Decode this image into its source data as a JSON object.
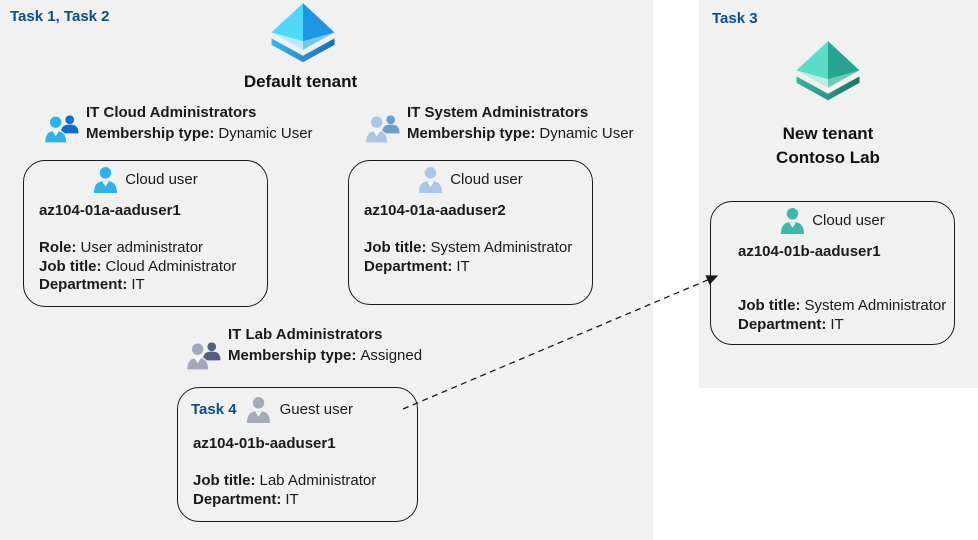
{
  "colors": {
    "task_label_text": "#0d4e86",
    "panel_background": "#f1f1f2",
    "body_text": "#1a1a1a",
    "azure_pyramid_light": "#4fd9f8",
    "azure_pyramid_blue": "#1f95e3",
    "teal_pyramid_light": "#59dcc9",
    "teal_pyramid_dark": "#27a593",
    "person_blue": "#2eb3e8",
    "person_pale_blue": "#a9c7e8",
    "person_gray": "#a6abb8",
    "person_teal": "#3db9ac"
  },
  "left_panel": {
    "task_label": "Task 1, Task 2",
    "tenant_name": "Default tenant",
    "groups": [
      {
        "name": "IT Cloud Administrators",
        "membership_label": "Membership type:",
        "membership_value": "Dynamic User"
      },
      {
        "name": "IT System Administrators",
        "membership_label": "Membership type:",
        "membership_value": "Dynamic User"
      },
      {
        "name": "IT Lab Administrators",
        "membership_label": "Membership type:",
        "membership_value": "Assigned"
      }
    ],
    "users": [
      {
        "type_label": "Cloud user",
        "name": "az104-01a-aaduser1",
        "fields": [
          {
            "label": "Role:",
            "value": "User administrator"
          },
          {
            "label": "Job title:",
            "value": "Cloud Administrator"
          },
          {
            "label": "Department:",
            "value": "IT"
          }
        ]
      },
      {
        "type_label": "Cloud user",
        "name": "az104-01a-aaduser2",
        "fields": [
          {
            "label": "Job title:",
            "value": "System Administrator"
          },
          {
            "label": "Department:",
            "value": "IT"
          }
        ]
      },
      {
        "task_label": "Task 4",
        "type_label": "Guest user",
        "name": "az104-01b-aaduser1",
        "fields": [
          {
            "label": "Job title:",
            "value": "Lab Administrator"
          },
          {
            "label": "Department:",
            "value": "IT"
          }
        ]
      }
    ]
  },
  "right_panel": {
    "task_label": "Task 3",
    "tenant_line1": "New tenant",
    "tenant_line2": "Contoso Lab",
    "user": {
      "type_label": "Cloud user",
      "name": "az104-01b-aaduser1",
      "fields": [
        {
          "label": "Job title:",
          "value": "System Administrator"
        },
        {
          "label": "Department:",
          "value": "IT"
        }
      ]
    }
  }
}
